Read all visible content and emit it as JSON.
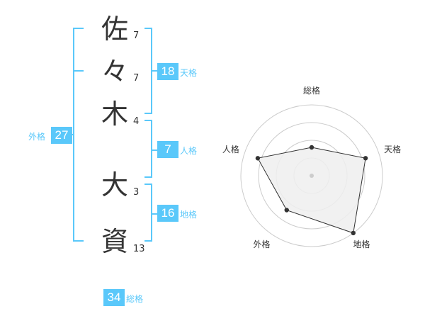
{
  "name": {
    "chars": [
      {
        "char": "佐",
        "strokes": "7"
      },
      {
        "char": "々",
        "strokes": "7"
      },
      {
        "char": "木",
        "strokes": "4"
      },
      {
        "char": "大",
        "strokes": "3"
      },
      {
        "char": "資",
        "strokes": "13"
      }
    ]
  },
  "fortune": {
    "tenkaku": {
      "value": "18",
      "label": "天格"
    },
    "jinkaku": {
      "value": "7",
      "label": "人格"
    },
    "chikaku": {
      "value": "16",
      "label": "地格"
    },
    "gaikaku": {
      "value": "27",
      "label": "外格"
    },
    "soukaku": {
      "value": "34",
      "label": "総格"
    }
  },
  "colors": {
    "accent": "#5ac8fa",
    "text": "#333333",
    "ring": "#cccccc",
    "fill": "#eeeeee"
  },
  "chart_data": {
    "type": "radar",
    "axes": [
      "総格",
      "天格",
      "地格",
      "外格",
      "人格"
    ],
    "values": [
      0.4,
      0.8,
      1.0,
      0.6,
      0.8
    ],
    "max": 1.0,
    "rings": 4
  }
}
